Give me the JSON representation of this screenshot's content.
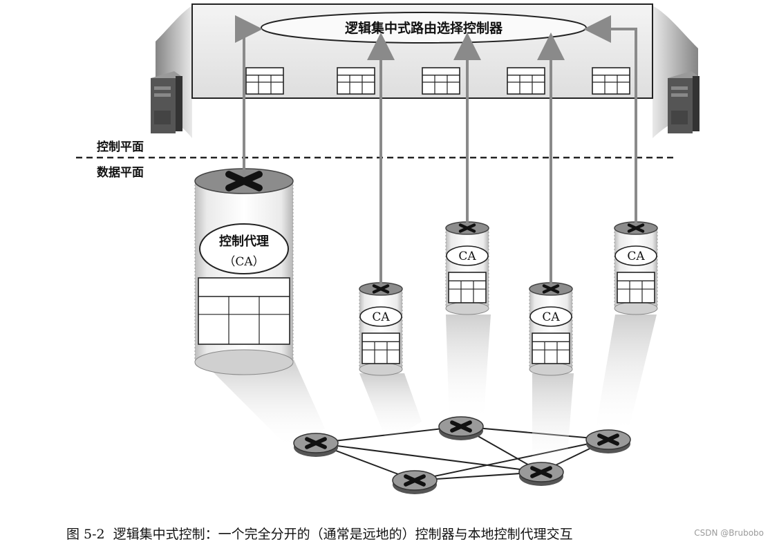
{
  "controller": {
    "label": "逻辑集中式路由选择控制器"
  },
  "planes": {
    "control": "控制平面",
    "data": "数据平面"
  },
  "agent": {
    "name": "控制代理",
    "abbr": "（CA）",
    "small_abbr": "CA"
  },
  "caption": {
    "number": "图 5-2",
    "text": "逻辑集中式控制：一个完全分开的（通常是远地的）控制器与本地控制代理交互"
  },
  "watermark": "CSDN @Brubobo"
}
